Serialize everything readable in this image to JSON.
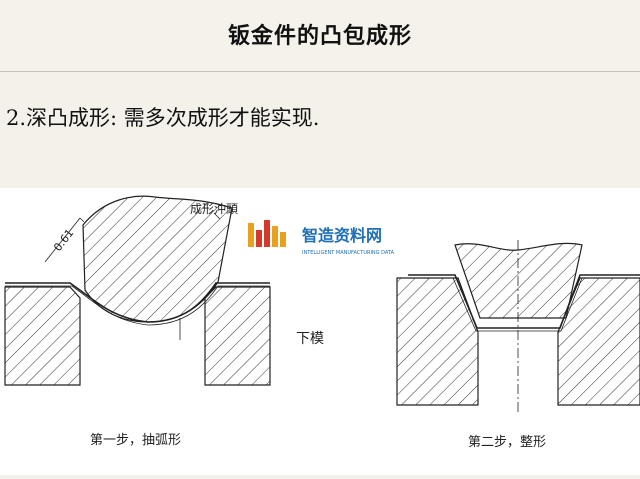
{
  "title": "钣金件的凸包成形",
  "subtitle": "2.深凸成形: 需多次成形才能实现.",
  "figure": {
    "label_punch": "成形沖頭",
    "label_dimension": "0.61",
    "label_die": "下模",
    "caption_step1": "第一步，抽弧形",
    "caption_step2": "第二步，整形",
    "logo_title": "智造资料网",
    "logo_subtitle": "INTELLIGENT MANUFACTURING DATA",
    "logo_colors": [
      "#e8a01e",
      "#d43a2a",
      "#1f6fb5"
    ]
  }
}
